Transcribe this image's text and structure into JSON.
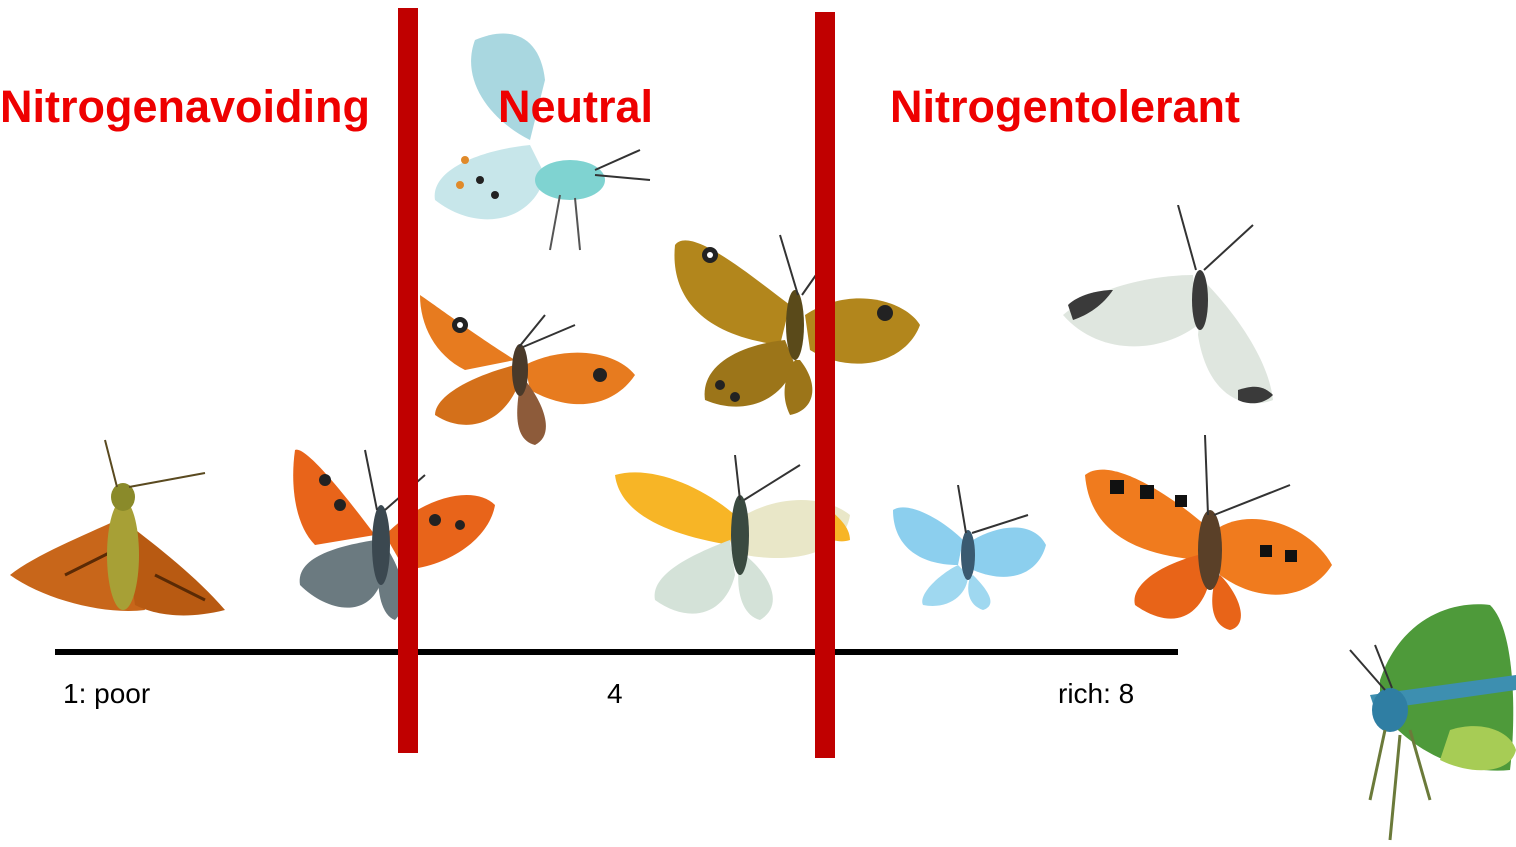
{
  "headings": {
    "left": "Nitrogenavoiding",
    "middle": "Neutral",
    "right": "Nitrogentolerant"
  },
  "scale": {
    "min_label": "1: poor",
    "mid_label": "4",
    "max_label": "rich: 8"
  },
  "colors": {
    "heading": "#ee0000",
    "divider": "#c00000",
    "axis": "#000000"
  },
  "icons": [
    "large-skipper-butterfly",
    "small-copper-butterfly",
    "common-blue-butterfly",
    "gatekeeper-butterfly",
    "wall-brown-butterfly",
    "orange-tip-butterfly",
    "large-white-butterfly",
    "holly-blue-butterfly",
    "small-tortoiseshell-butterfly",
    "damselfly"
  ]
}
